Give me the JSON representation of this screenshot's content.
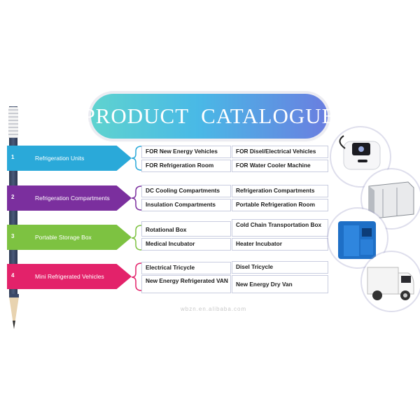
{
  "title": "PRODUCT  CATALOGUE",
  "watermark": "wbzn.en.alibaba.com",
  "colors": {
    "cat1": "#2aa9d9",
    "cat2": "#7b2f9e",
    "cat3": "#7dc241",
    "cat4": "#e3226a"
  },
  "categories": [
    {
      "number": "1",
      "label": "Refrigeration Units",
      "items": [
        "FOR New Energy Vehicles",
        "FOR Disel/Electrical Vehicles",
        "FOR Refrigeration Room",
        "FOR Water Cooler Machine"
      ]
    },
    {
      "number": "2",
      "label": "Refrigeration Compartments",
      "items": [
        "DC Cooling Compartments",
        "Refrigeration Compartments",
        "Insulation Compartments",
        "Portable Refrigeration Room"
      ]
    },
    {
      "number": "3",
      "label": "Portable Storage Box",
      "items": [
        "Rotational Box",
        "Cold Chain  Transportation Box",
        "Medical Incubator",
        "Heater Incubator"
      ]
    },
    {
      "number": "4",
      "label": "Mini Refrigerated Vehicles",
      "items": [
        "Electrical Tricycle",
        "Disel Tricycle",
        "New Energy Refrigerated VAN",
        "New Energy Dry Van"
      ]
    }
  ],
  "images": [
    "refrigeration-unit-icon",
    "compartment-icon",
    "storage-box-icon",
    "mini-van-icon"
  ]
}
